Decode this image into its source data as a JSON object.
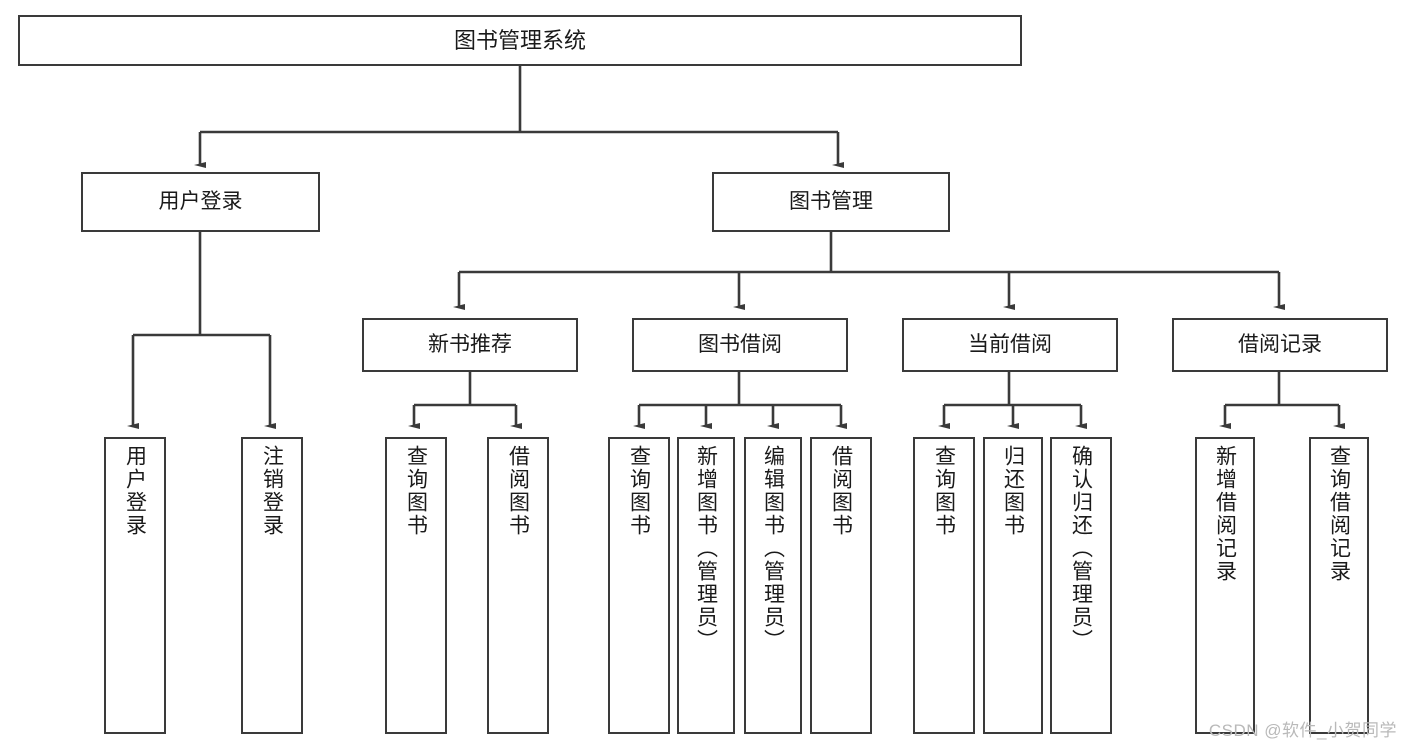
{
  "diagram": {
    "title": "图书管理系统",
    "type": "hierarchy-tree",
    "colors": {
      "box_border": "#3a3a3a",
      "box_fill": "#ffffff",
      "connector": "#3a3a3a",
      "background": "#ffffff",
      "watermark": "#b9b9b9"
    },
    "levels": {
      "root": "图书管理系统",
      "level2": [
        "用户登录",
        "图书管理"
      ],
      "level3": [
        "新书推荐",
        "图书借阅",
        "当前借阅",
        "借阅记录"
      ]
    },
    "nodes": {
      "root": {
        "label": "图书管理系统"
      },
      "user_login": {
        "label": "用户登录"
      },
      "book_manage": {
        "label": "图书管理"
      },
      "new_book_rec": {
        "label": "新书推荐"
      },
      "book_borrow": {
        "label": "图书借阅"
      },
      "current_borrow": {
        "label": "当前借阅"
      },
      "borrow_record": {
        "label": "借阅记录"
      },
      "leaf_user_login": {
        "label": "用户登录"
      },
      "leaf_logout": {
        "label": "注销登录"
      },
      "leaf_query_book_1": {
        "label": "查询图书"
      },
      "leaf_borrow_book_1": {
        "label": "借阅图书"
      },
      "leaf_query_book_2": {
        "label": "查询图书"
      },
      "leaf_add_book": {
        "label": "新增图书（管理员）"
      },
      "leaf_edit_book": {
        "label": "编辑图书（管理员）"
      },
      "leaf_borrow_book_2": {
        "label": "借阅图书"
      },
      "leaf_query_book_3": {
        "label": "查询图书"
      },
      "leaf_return_book": {
        "label": "归还图书"
      },
      "leaf_confirm_return": {
        "label": "确认归还（管理员）"
      },
      "leaf_add_record": {
        "label": "新增借阅记录"
      },
      "leaf_query_record": {
        "label": "查询借阅记录"
      }
    },
    "watermark": "CSDN @软件_小贺同学"
  }
}
